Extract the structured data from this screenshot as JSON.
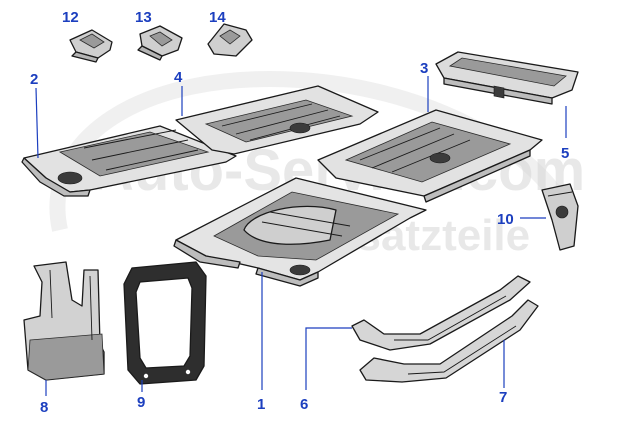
{
  "watermark": {
    "line1": "Auto-Service.com",
    "line2": "Ersatzteile"
  },
  "callouts": [
    {
      "id": "1",
      "label": "1"
    },
    {
      "id": "2",
      "label": "2"
    },
    {
      "id": "3",
      "label": "3"
    },
    {
      "id": "4",
      "label": "4"
    },
    {
      "id": "5",
      "label": "5"
    },
    {
      "id": "6",
      "label": "6"
    },
    {
      "id": "7",
      "label": "7"
    },
    {
      "id": "8",
      "label": "8"
    },
    {
      "id": "9",
      "label": "9"
    },
    {
      "id": "10",
      "label": "10"
    },
    {
      "id": "12",
      "label": "12"
    },
    {
      "id": "13",
      "label": "13"
    },
    {
      "id": "14",
      "label": "14"
    }
  ],
  "colors": {
    "callout": "#1c3fbf",
    "metal_light": "#e2e2e2",
    "metal_mid": "#bdbdbd",
    "metal_dark": "#3b3b3b"
  }
}
